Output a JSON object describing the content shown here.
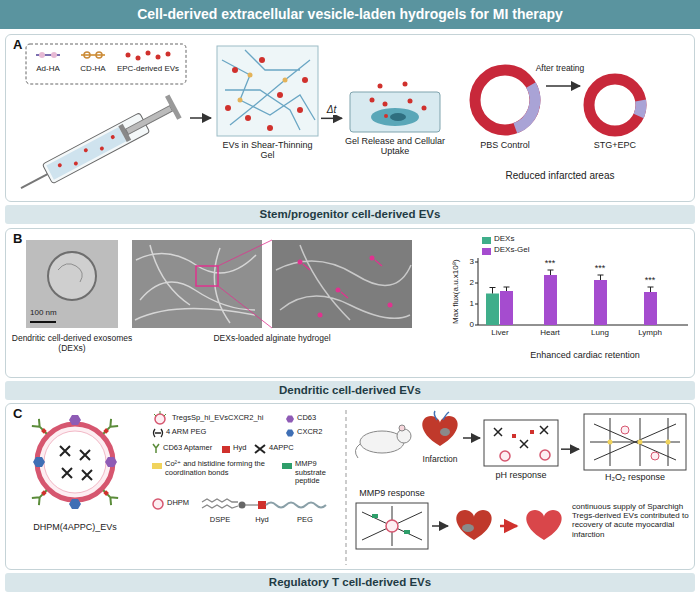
{
  "diagram": {
    "title": "Cell-derived extracellular vesicle-laden hydrogels for MI therapy",
    "nodes": [
      {
        "text": [
          "A"
        ]
      },
      {
        "text": [
          "EVs in Shear-Thinning Gel"
        ],
        "in": 0
      },
      {
        "text": [
          "Gel Release and Cellular Uptake"
        ],
        "in": 0
      },
      {
        "text": [
          "Stem/progenitor cell-derived EVs"
        ]
      },
      {
        "text": [
          "B"
        ]
      },
      {
        "text": [
          "Dendritic cell-derived EVs"
        ]
      },
      {
        "text": [
          "C"
        ]
      },
      {
        "text": [
          "pH response"
        ],
        "in": 6
      },
      {
        "text": [
          "H₂O₂ response"
        ],
        "in": 6
      },
      {
        "text": [
          "MMP9 response"
        ],
        "in": 6
      },
      {
        "text": [
          "Regulatory T cell-derived EVs"
        ]
      }
    ],
    "edges": [
      {
        "from": 1,
        "to": 2,
        "label": "Δt",
        "arrow": "to"
      },
      {
        "from": 7,
        "to": 8,
        "arrow": "to"
      }
    ],
    "labels": [
      "Ad-HA",
      "CD-HA",
      "EPC-derived EVs",
      "PBS Control",
      "After treating",
      "STG+EPC",
      "Reduced infarcted areas",
      "100 nm",
      "Dendritic cell-derived exosomes (DEXs)",
      "DEXs-loaded alginate hydrogel",
      "Enhanced cardiac retention",
      "Max flux(a.u.x10⁸)",
      "0",
      "1",
      "2",
      "3",
      "Liver",
      "Heart",
      "Lung",
      "Lymph",
      "***",
      "***",
      "***",
      "DHPM(4APPC)_EVs",
      "DSPE",
      "Hyd",
      "PEG",
      "Infarction",
      "continuous supply of Sparchigh Tregs-derived EVs contributed to recovery of acute myocardial infarction"
    ],
    "legend": [
      {
        "text": "DEXs",
        "color": "#3fae8a"
      },
      {
        "text": "DEXs-Gel",
        "color": "#a54ccf"
      },
      {
        "text": "TregsSp_hi_EVsCXCR2_hi"
      },
      {
        "text": "CD63"
      },
      {
        "text": "CXCR2"
      },
      {
        "text": "CD63 Aptamer"
      },
      {
        "text": "Hyd",
        "color": "#d0312d"
      },
      {
        "text": "4APPC"
      },
      {
        "text": "4 ARM PEG"
      },
      {
        "text": "Co²⁺ and histidine forming the coordination bonds",
        "color": "#f0d35c"
      },
      {
        "text": "MMP9 substrate peptide",
        "color": "#2e9e6a"
      },
      {
        "text": "DHPM"
      }
    ]
  }
}
